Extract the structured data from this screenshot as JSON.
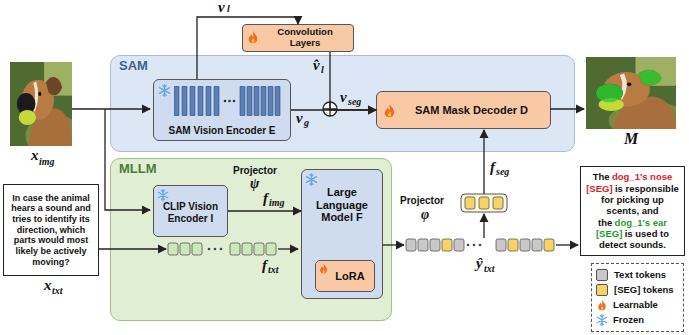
{
  "diagram": {
    "nodes": [
      {
        "text": [
          "SAM"
        ]
      },
      {
        "text": [
          "Convolution Layers"
        ]
      },
      {
        "text": [
          "SAM Vision Encoder E"
        ],
        "in": 0
      },
      {
        "text": [
          "SAM Mask Decoder D"
        ],
        "in": 0
      },
      {
        "text": [
          "MLLM"
        ]
      },
      {
        "text": [
          "CLIP Vision Encoder I"
        ],
        "in": 4
      },
      {
        "text": [
          "Large Language Model F"
        ],
        "in": 4
      },
      {
        "text": [
          "LoRA"
        ],
        "in": 6
      },
      {
        "text": [
          "In case the animal hears a sound and tries to identify its direction, which parts would most likely be actively moving?"
        ]
      },
      {
        "text": [
          "The",
          "dog_1's nose [SEG]",
          "is responsible for picking up scents, and the",
          "dog_1's ear [SEG]",
          "is used to detect sounds."
        ]
      }
    ],
    "edges": [
      {
        "from": 2,
        "to": 1,
        "arrow": "to"
      },
      {
        "from": 1,
        "to": 3,
        "arrow": "to"
      },
      {
        "from": 2,
        "to": 3,
        "arrow": "to"
      },
      {
        "from": 5,
        "to": 6,
        "arrow": "to"
      }
    ],
    "labels": [
      "x",
      "img",
      "v",
      "l",
      "v̂",
      "l",
      "v",
      "g",
      "v",
      "seg",
      "M",
      "Projector",
      "ψ",
      "f",
      "img",
      "x",
      "txt",
      "f",
      "txt",
      "Projector",
      "φ",
      "f",
      "seg",
      "ŷ",
      "txt"
    ],
    "legend": [
      {
        "text": "Text tokens",
        "color": "#c8c8c8"
      },
      {
        "text": "[SEG] tokens",
        "color": "#f6d365"
      },
      {
        "text": "Learnable"
      },
      {
        "text": "Frozen"
      }
    ]
  }
}
